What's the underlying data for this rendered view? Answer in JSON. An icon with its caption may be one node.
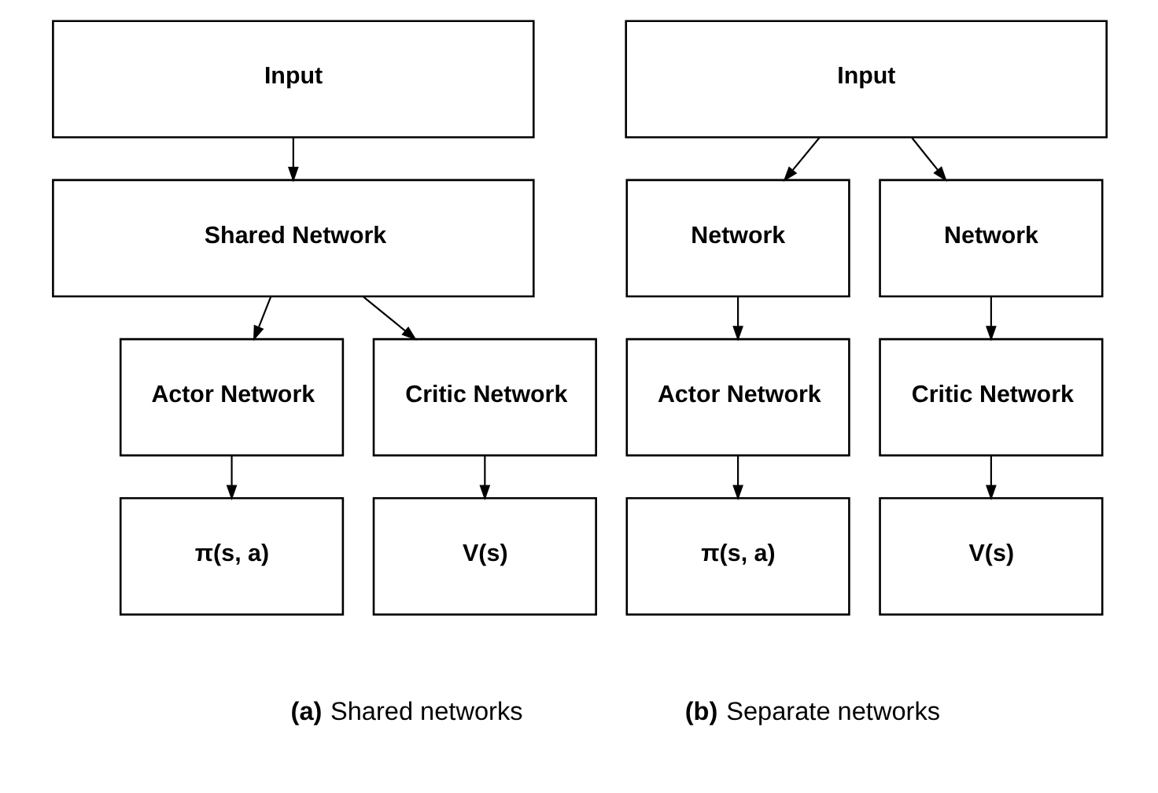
{
  "diagram": {
    "nodes": [
      {
        "text": [
          "Input"
        ]
      },
      {
        "text": [
          "Shared Network"
        ]
      },
      {
        "text": [
          "Actor Network"
        ]
      },
      {
        "text": [
          "Critic Network"
        ]
      },
      {
        "text": [
          "π(s, a)"
        ]
      },
      {
        "text": [
          "V(s)"
        ]
      },
      {
        "text": [
          "Input"
        ]
      },
      {
        "text": [
          "Network"
        ]
      },
      {
        "text": [
          "Network"
        ]
      },
      {
        "text": [
          "Actor Network"
        ]
      },
      {
        "text": [
          "Critic Network"
        ]
      },
      {
        "text": [
          "π(s, a)"
        ]
      },
      {
        "text": [
          "V(s)"
        ]
      }
    ],
    "edges": [
      {
        "from": 0,
        "to": 1,
        "arrow": "to"
      },
      {
        "from": 1,
        "to": 2,
        "arrow": "to"
      },
      {
        "from": 1,
        "to": 3,
        "arrow": "to"
      },
      {
        "from": 2,
        "to": 4,
        "arrow": "to"
      },
      {
        "from": 3,
        "to": 5,
        "arrow": "to"
      },
      {
        "from": 6,
        "to": 7,
        "arrow": "to"
      },
      {
        "from": 6,
        "to": 8,
        "arrow": "to"
      },
      {
        "from": 7,
        "to": 9,
        "arrow": "to"
      },
      {
        "from": 8,
        "to": 10,
        "arrow": "to"
      },
      {
        "from": 9,
        "to": 11,
        "arrow": "to"
      },
      {
        "from": 10,
        "to": 12,
        "arrow": "to"
      }
    ],
    "labels": [
      "**(a)** Shared networks",
      "**(b)** Separate networks"
    ]
  }
}
